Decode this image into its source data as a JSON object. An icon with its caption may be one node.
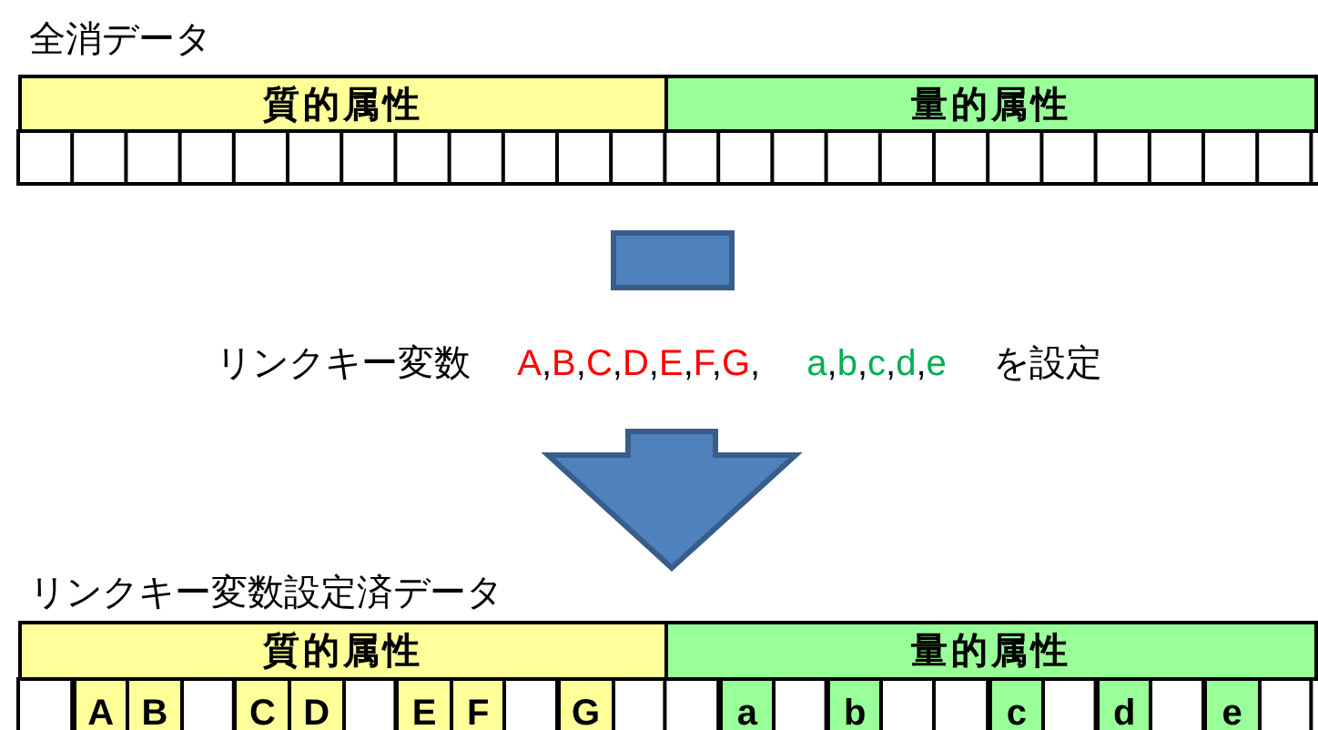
{
  "diagram": {
    "nodes": [
      {
        "text": [
          "全消データ"
        ]
      },
      {
        "text": [
          "質的属性"
        ],
        "in": 0
      },
      {
        "text": [
          "量的属性"
        ],
        "in": 0
      },
      {
        "text": [
          "リンクキー変数設定済データ"
        ]
      },
      {
        "text": [
          "質的属性"
        ],
        "in": 3
      },
      {
        "text": [
          "量的属性"
        ],
        "in": 3
      },
      {
        "text": [
          "A"
        ],
        "in": 3
      },
      {
        "text": [
          "B"
        ],
        "in": 3
      },
      {
        "text": [
          "C"
        ],
        "in": 3
      },
      {
        "text": [
          "D"
        ],
        "in": 3
      },
      {
        "text": [
          "E"
        ],
        "in": 3
      },
      {
        "text": [
          "F"
        ],
        "in": 3
      },
      {
        "text": [
          "G"
        ],
        "in": 3
      },
      {
        "text": [
          "a"
        ],
        "in": 3
      },
      {
        "text": [
          "b"
        ],
        "in": 3
      },
      {
        "text": [
          "c"
        ],
        "in": 3
      },
      {
        "text": [
          "d"
        ],
        "in": 3
      },
      {
        "text": [
          "e"
        ],
        "in": 3
      }
    ],
    "edges": [
      {
        "from": 0,
        "to": 3,
        "arrow": "to",
        "label": "リンクキー変数 A,B,C,D,E,F,G, a,b,c,d,e を設定"
      }
    ]
  }
}
